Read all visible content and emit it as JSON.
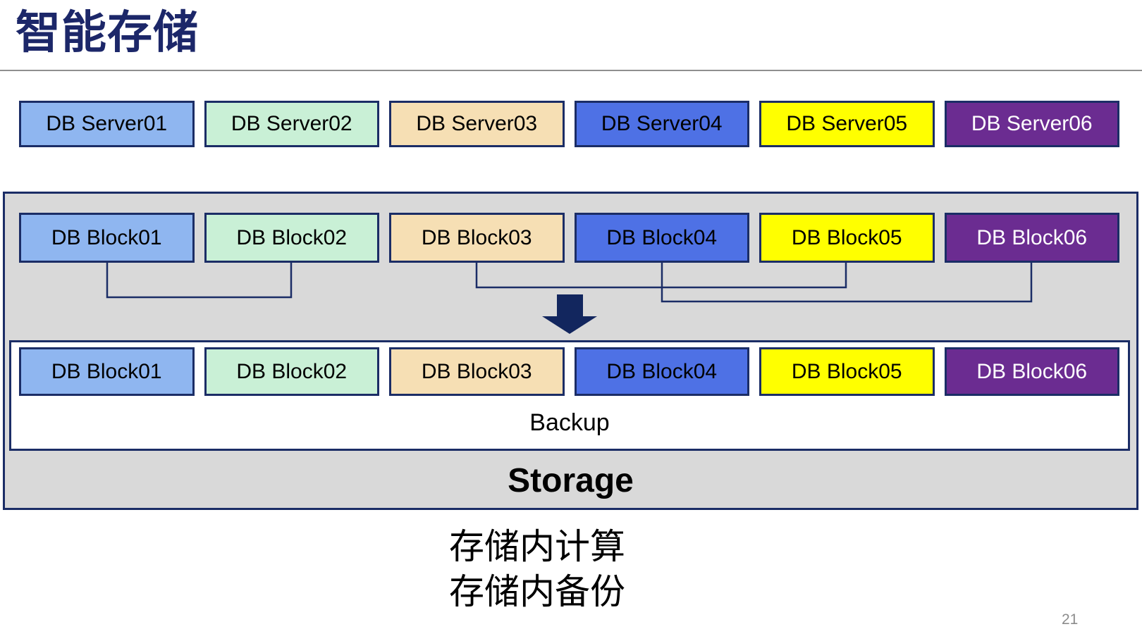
{
  "slide": {
    "title": "智能存储",
    "page_number": "21",
    "caption_line1": "存储内计算",
    "caption_line2": "存储内备份"
  },
  "colors": {
    "navy-border": "#1B2D66",
    "title": "#1C2769",
    "container-fill": "#D9D9D9",
    "arrow": "#12265E",
    "rule": "#8F8F8F",
    "pagenum": "#8C8C8C",
    "col1": "#8FB6F0",
    "col2": "#C9F0D6",
    "col3": "#F6DFB4",
    "col4": "#4E71E5",
    "col5": "#FFFF00",
    "col6": "#6B2C91"
  },
  "servers": [
    {
      "label": "DB Server01",
      "fill": "#8FB6F0",
      "text": "#000000"
    },
    {
      "label": "DB Server02",
      "fill": "#C9F0D6",
      "text": "#000000"
    },
    {
      "label": "DB Server03",
      "fill": "#F6DFB4",
      "text": "#000000"
    },
    {
      "label": "DB Server04",
      "fill": "#4E71E5",
      "text": "#000000"
    },
    {
      "label": "DB Server05",
      "fill": "#FFFF00",
      "text": "#000000"
    },
    {
      "label": "DB Server06",
      "fill": "#6B2C91",
      "text": "#FFFFFF"
    }
  ],
  "blocks_top": [
    {
      "label": "DB Block01",
      "fill": "#8FB6F0",
      "text": "#000000"
    },
    {
      "label": "DB Block02",
      "fill": "#C9F0D6",
      "text": "#000000"
    },
    {
      "label": "DB Block03",
      "fill": "#F6DFB4",
      "text": "#000000"
    },
    {
      "label": "DB Block04",
      "fill": "#4E71E5",
      "text": "#000000"
    },
    {
      "label": "DB Block05",
      "fill": "#FFFF00",
      "text": "#000000"
    },
    {
      "label": "DB Block06",
      "fill": "#6B2C91",
      "text": "#FFFFFF"
    }
  ],
  "blocks_bottom": [
    {
      "label": "DB Block01",
      "fill": "#8FB6F0",
      "text": "#000000"
    },
    {
      "label": "DB Block02",
      "fill": "#C9F0D6",
      "text": "#000000"
    },
    {
      "label": "DB Block03",
      "fill": "#F6DFB4",
      "text": "#000000"
    },
    {
      "label": "DB Block04",
      "fill": "#4E71E5",
      "text": "#000000"
    },
    {
      "label": "DB Block05",
      "fill": "#FFFF00",
      "text": "#000000"
    },
    {
      "label": "DB Block06",
      "fill": "#6B2C91",
      "text": "#FFFFFF"
    }
  ],
  "storage": {
    "backup_label": "Backup",
    "storage_label": "Storage"
  }
}
